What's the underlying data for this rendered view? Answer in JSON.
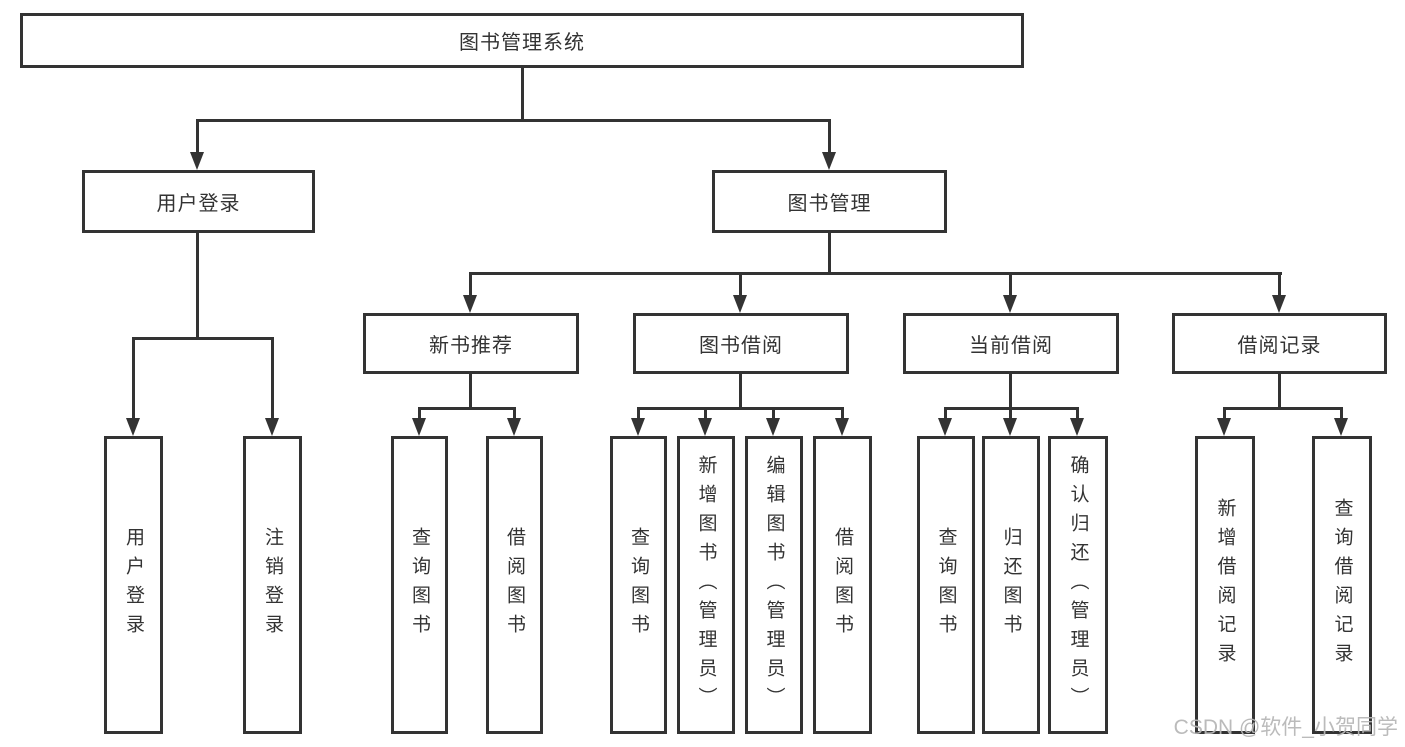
{
  "colors": {
    "line": "#333333",
    "text": "#333333",
    "box_fill": "#ffffff",
    "background": "#ffffff",
    "watermark": "#b7b7b7"
  },
  "watermark": "CSDN @软件_小贺同学",
  "tree": {
    "label": "图书管理系统",
    "children": [
      {
        "label": "用户登录",
        "children": [
          {
            "label": "用户登录"
          },
          {
            "label": "注销登录"
          }
        ]
      },
      {
        "label": "图书管理",
        "children": [
          {
            "label": "新书推荐",
            "children": [
              {
                "label": "查询图书"
              },
              {
                "label": "借阅图书"
              }
            ]
          },
          {
            "label": "图书借阅",
            "children": [
              {
                "label": "查询图书"
              },
              {
                "label": "新增图书（管理员）"
              },
              {
                "label": "编辑图书（管理员）"
              },
              {
                "label": "借阅图书"
              }
            ]
          },
          {
            "label": "当前借阅",
            "children": [
              {
                "label": "查询图书"
              },
              {
                "label": "归还图书"
              },
              {
                "label": "确认归还（管理员）"
              }
            ]
          },
          {
            "label": "借阅记录",
            "children": [
              {
                "label": "新增借阅记录"
              },
              {
                "label": "查询借阅记录"
              }
            ]
          }
        ]
      }
    ]
  }
}
